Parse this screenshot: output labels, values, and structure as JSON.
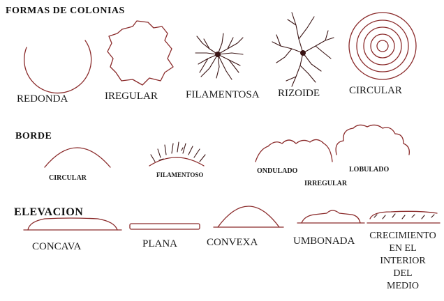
{
  "sections": {
    "formas": {
      "title": "FORMAS DE COLONIAS",
      "items": [
        "REDONDA",
        "IREGULAR",
        "FILAMENTOSA",
        "RIZOIDE",
        "CIRCULAR"
      ]
    },
    "borde": {
      "title": "BORDE",
      "items": [
        "CIRCULAR",
        "FILAMENTOSO",
        "ONDULADO",
        "IRREGULAR",
        "LOBULADO"
      ]
    },
    "elevacion": {
      "title": "ELEVACION",
      "items": [
        "CONCAVA",
        "PLANA",
        "CONVEXA",
        "UMBONADA"
      ],
      "last_item_lines": [
        "CRECIMIENTO",
        "EN EL",
        "INTERIOR",
        "DEL",
        "MEDIO"
      ]
    }
  },
  "colors": {
    "line": "#8a2a2a",
    "text": "#1a1a1a"
  }
}
